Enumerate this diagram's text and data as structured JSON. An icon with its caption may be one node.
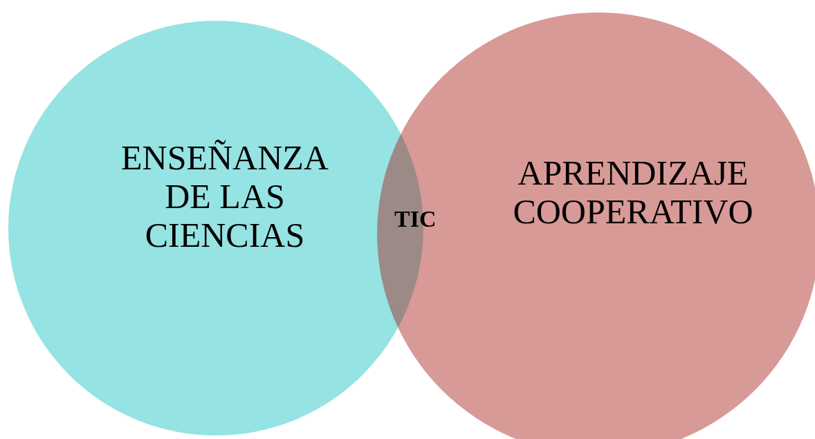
{
  "diagram": {
    "nodes": [
      {
        "text": [
          "ENSEÑANZA DE LAS CIENCIAS"
        ]
      },
      {
        "text": [
          "APRENDIZAJE COOPERATIVO"
        ]
      }
    ],
    "edges": [],
    "labels": [
      "TIC"
    ]
  }
}
